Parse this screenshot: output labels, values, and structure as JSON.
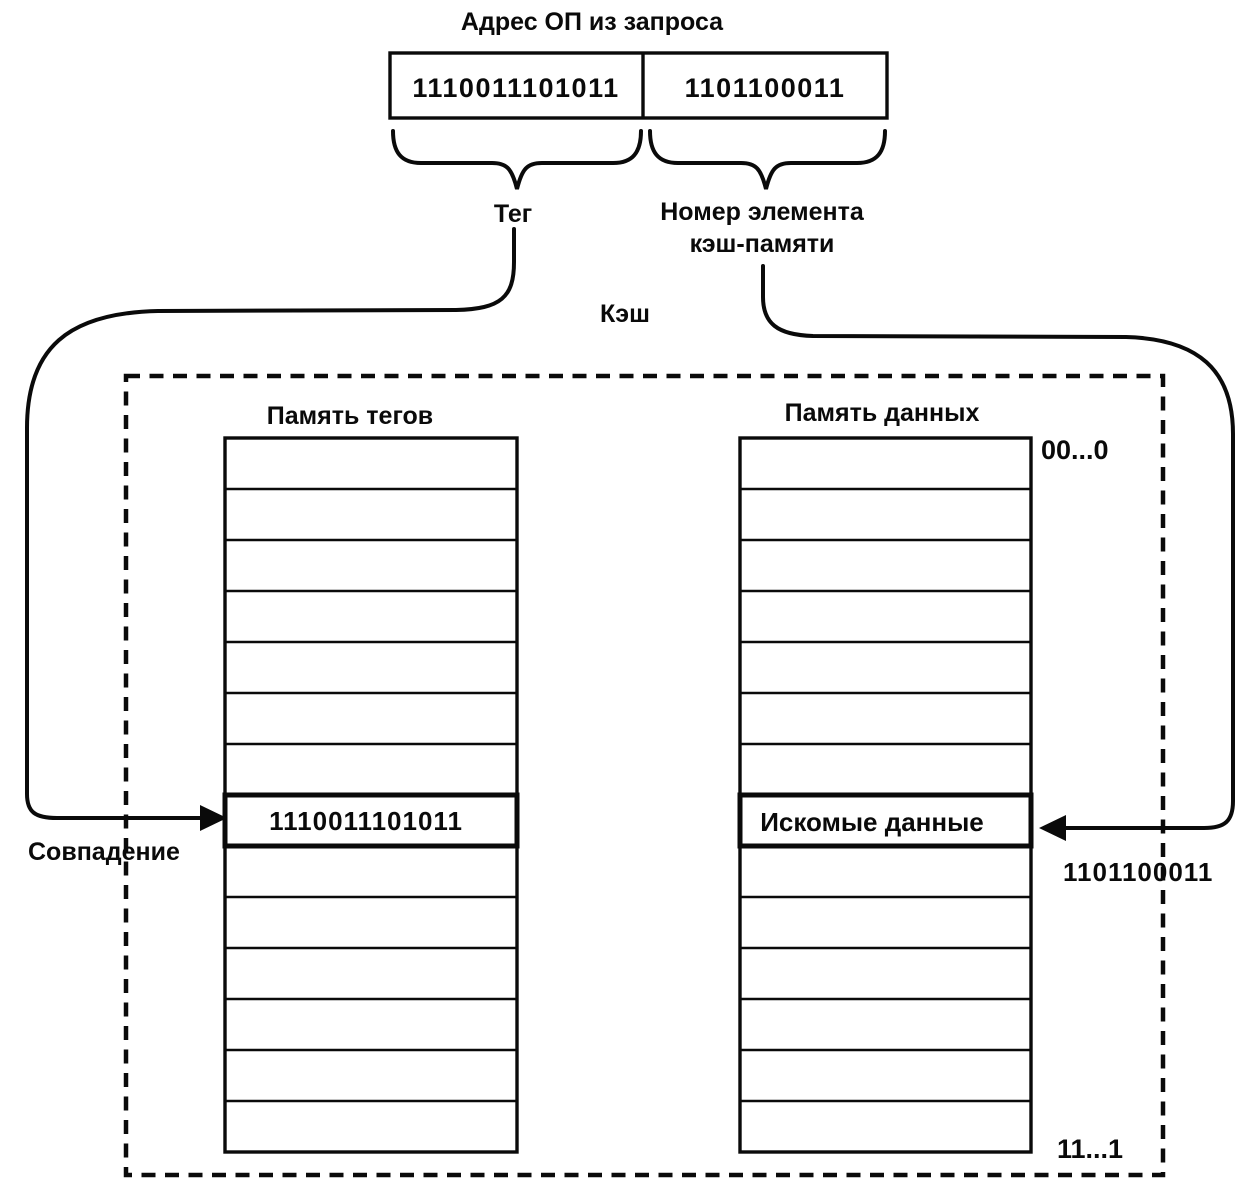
{
  "title": "Адрес ОП из запроса",
  "address_register": {
    "tag_field": "1110011101011",
    "index_field": "1101100011"
  },
  "field_labels": {
    "tag": "Тег",
    "index_line1": "Номер элемента",
    "index_line2": "кэш-памяти"
  },
  "cache": {
    "label": "Кэш",
    "tag_memory_title": "Память тегов",
    "data_memory_title": "Память данных",
    "first_row_index": "00...0",
    "last_row_index": "11...1",
    "rows": 14,
    "highlighted_row": 8,
    "matched_tag": "1110011101011",
    "sought_data": "Искомые данные"
  },
  "annotations": {
    "match": "Совпадение",
    "index_value": "1101100011"
  },
  "colors": {
    "ink": "#0a0a0a",
    "paper": "#ffffff"
  }
}
